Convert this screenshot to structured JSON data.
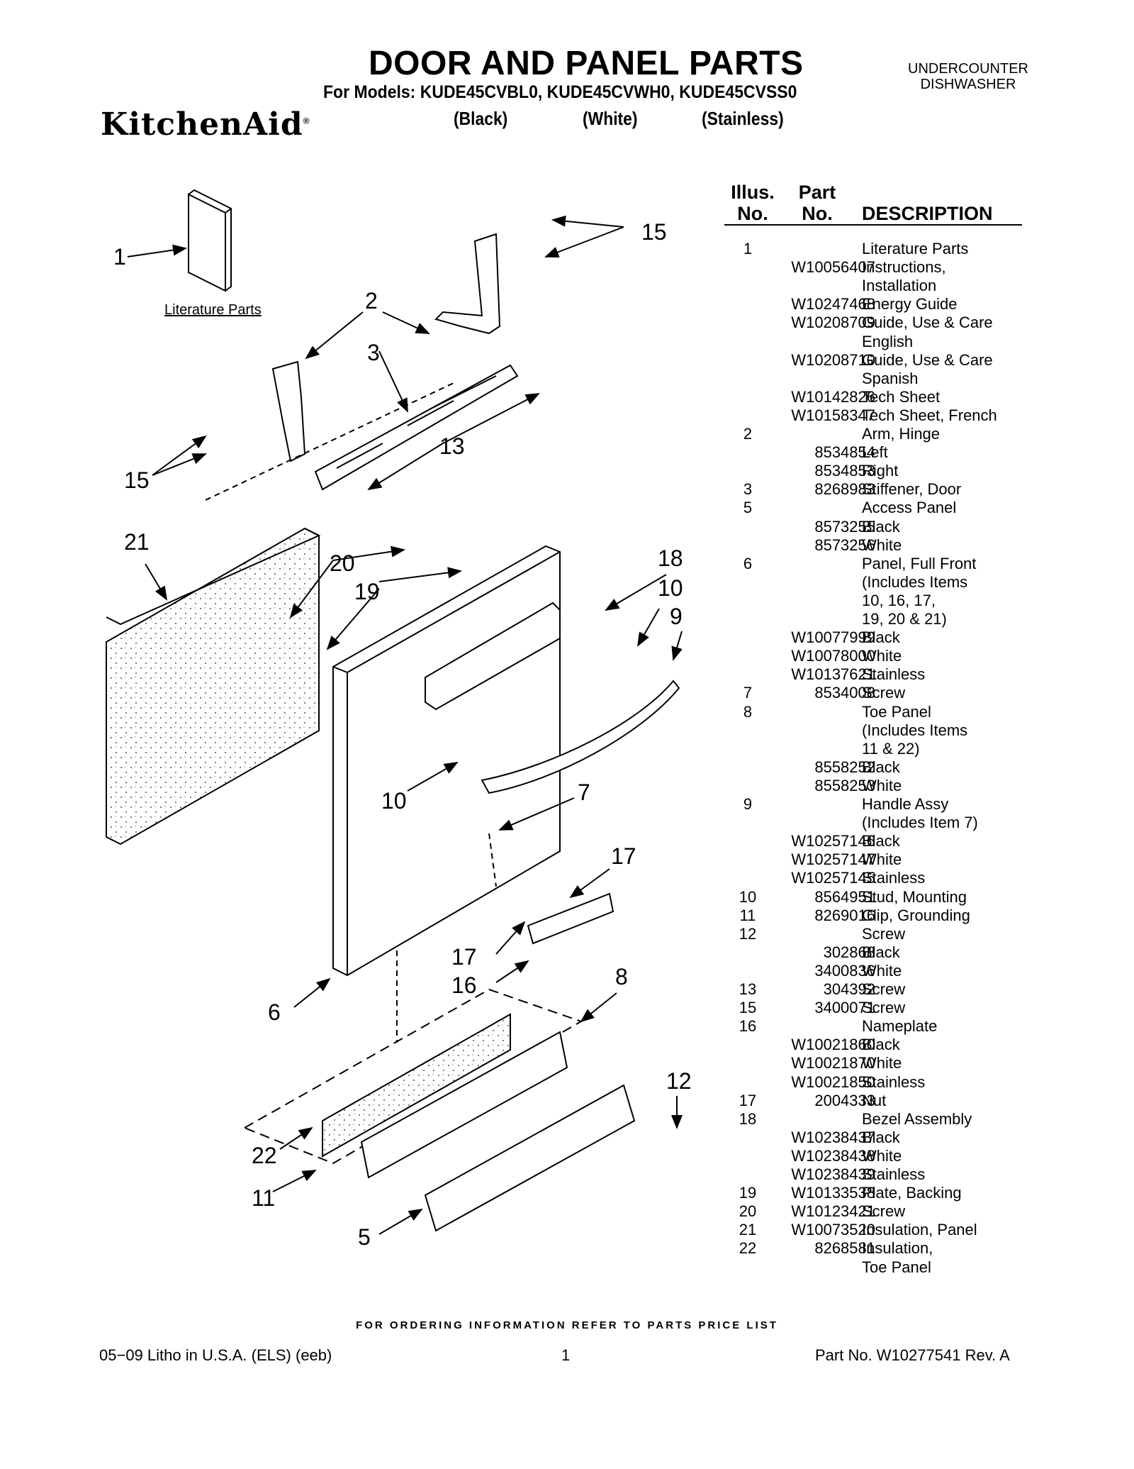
{
  "header": {
    "title": "DOOR AND PANEL PARTS",
    "models": "For Models: KUDE45CVBL0, KUDE45CVWH0, KUDE45CVSS0",
    "finishes": [
      "(Black)",
      "(White)",
      "(Stainless)"
    ],
    "brand": "KitchenAid",
    "brand_mark": "®",
    "product_line1": "UNDERCOUNTER",
    "product_line2": "DISHWASHER"
  },
  "table": {
    "head_illus_1": "Illus.",
    "head_illus_2": "No.",
    "head_part_1": "Part",
    "head_part_2": "No.",
    "head_desc": "DESCRIPTION",
    "rows": [
      [
        "1",
        "",
        "Literature Parts"
      ],
      [
        "",
        "W10056407",
        "Instructions,"
      ],
      [
        "",
        "",
        "Installation"
      ],
      [
        "",
        "W10247468",
        "Energy Guide"
      ],
      [
        "",
        "W10208709",
        "Guide, Use & Care"
      ],
      [
        "",
        "",
        "English"
      ],
      [
        "",
        "W10208710",
        "Guide, Use & Care"
      ],
      [
        "",
        "",
        "Spanish"
      ],
      [
        "",
        "W10142826",
        "Tech Sheet"
      ],
      [
        "",
        "W10158347",
        "Tech Sheet, French"
      ],
      [
        "2",
        "",
        "Arm, Hinge"
      ],
      [
        "",
        "8534854",
        "Left"
      ],
      [
        "",
        "8534853",
        "Right"
      ],
      [
        "3",
        "8268983",
        "Stiffener, Door"
      ],
      [
        "5",
        "",
        "Access Panel"
      ],
      [
        "",
        "8573255",
        "Black"
      ],
      [
        "",
        "8573256",
        "White"
      ],
      [
        "6",
        "",
        "Panel, Full Front"
      ],
      [
        "",
        "",
        "(Includes Items"
      ],
      [
        "",
        "",
        "10, 16, 17,"
      ],
      [
        "",
        "",
        "19, 20 & 21)"
      ],
      [
        "",
        "W10077999",
        "Black"
      ],
      [
        "",
        "W10078000",
        "White"
      ],
      [
        "",
        "W10137621",
        "Stainless"
      ],
      [
        "7",
        "8534008",
        "Screw"
      ],
      [
        "8",
        "",
        "Toe Panel"
      ],
      [
        "",
        "",
        "(Includes Items"
      ],
      [
        "",
        "",
        "11 & 22)"
      ],
      [
        "",
        "8558252",
        "Black"
      ],
      [
        "",
        "8558253",
        "White"
      ],
      [
        "9",
        "",
        "Handle Assy"
      ],
      [
        "",
        "",
        "(Includes Item 7)"
      ],
      [
        "",
        "W10257146",
        "Black"
      ],
      [
        "",
        "W10257147",
        "White"
      ],
      [
        "",
        "W10257145",
        "Stainless"
      ],
      [
        "10",
        "8564951",
        "Stud, Mounting"
      ],
      [
        "11",
        "8269016",
        "Clip, Grounding"
      ],
      [
        "12",
        "",
        "Screw"
      ],
      [
        "",
        "302868",
        "Black"
      ],
      [
        "",
        "3400836",
        "White"
      ],
      [
        "13",
        "304392",
        "Screw"
      ],
      [
        "15",
        "3400071",
        "Screw"
      ],
      [
        "16",
        "",
        "Nameplate"
      ],
      [
        "",
        "W10021860",
        "Black"
      ],
      [
        "",
        "W10021870",
        "White"
      ],
      [
        "",
        "W10021850",
        "Stainless"
      ],
      [
        "17",
        "2004333",
        "Nut"
      ],
      [
        "18",
        "",
        "Bezel Assembly"
      ],
      [
        "",
        "W10238437",
        "Black"
      ],
      [
        "",
        "W10238438",
        "White"
      ],
      [
        "",
        "W10238439",
        "Stainless"
      ],
      [
        "19",
        "W10133538",
        "Plate, Backing"
      ],
      [
        "20",
        "W10123421",
        "Screw"
      ],
      [
        "21",
        "W10073520",
        "Insulation, Panel"
      ],
      [
        "22",
        "8268581",
        "Insulation,"
      ],
      [
        "",
        "",
        "Toe Panel"
      ]
    ]
  },
  "diagram": {
    "literature_caption": "Literature Parts",
    "callouts": [
      "1",
      "15",
      "2",
      "3",
      "13",
      "15",
      "21",
      "20",
      "19",
      "18",
      "10",
      "9",
      "10",
      "7",
      "17",
      "17",
      "16",
      "8",
      "6",
      "12",
      "22",
      "11",
      "5"
    ]
  },
  "footer": {
    "ordering_note": "FOR ORDERING INFORMATION REFER TO PARTS PRICE LIST",
    "litho": "05−09 Litho in U.S.A. (ELS) (eeb)",
    "page": "1",
    "part_no": "Part No. W10277541 Rev. A"
  }
}
